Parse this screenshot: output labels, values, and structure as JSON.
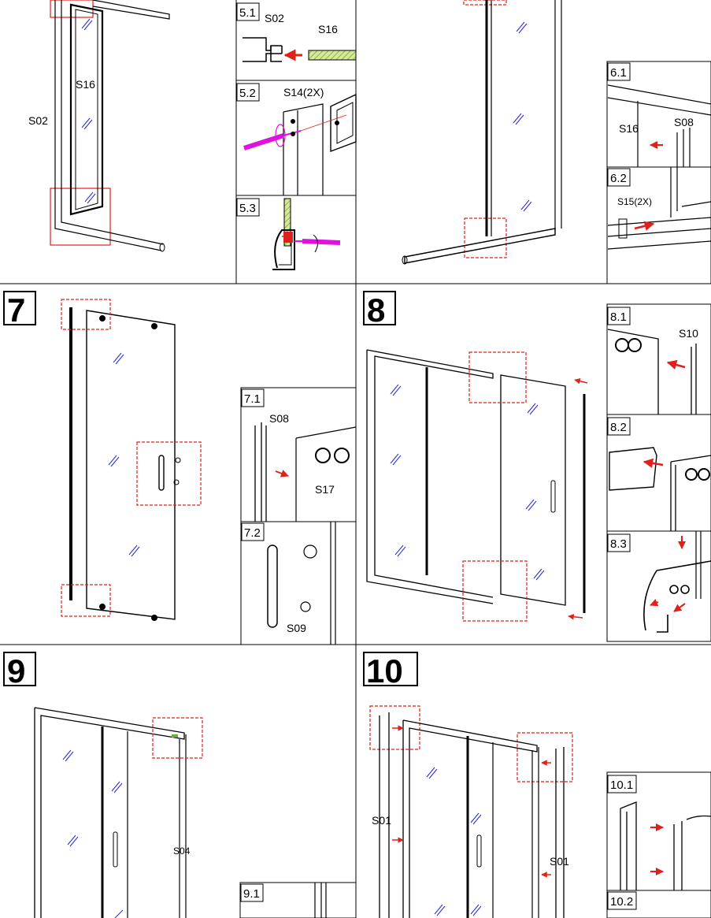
{
  "steps": {
    "s7": "7",
    "s8": "8",
    "s9": "9",
    "s10": "10"
  },
  "substeps": {
    "s5_1": "5.1",
    "s5_2": "5.2",
    "s5_3": "5.3",
    "s6_1": "6.1",
    "s6_2": "6.2",
    "s7_1": "7.1",
    "s7_2": "7.2",
    "s8_1": "8.1",
    "s8_2": "8.2",
    "s8_3": "8.3",
    "s9_1": "9.1",
    "s10_1": "10.1",
    "s10_2": "10.2"
  },
  "parts": {
    "p_s02_main": "S02",
    "p_s16_main": "S16",
    "p_s02_51": "S02",
    "p_s16_51": "S16",
    "p_s14": "S14(2X)",
    "p_s16_61": "S16",
    "p_s08_61": "S08",
    "p_s15": "S15(2X)",
    "p_s08_71": "S08",
    "p_s17": "S17",
    "p_s09": "S09",
    "p_s10": "S10",
    "p_s04": "S04",
    "p_s01_a": "S01",
    "p_s01_b": "S01"
  },
  "colors": {
    "callout": "#e0201a",
    "glass_mark": "#2a2ad0",
    "screwdriver": "#e010e0",
    "seal": "#6cab3a"
  }
}
